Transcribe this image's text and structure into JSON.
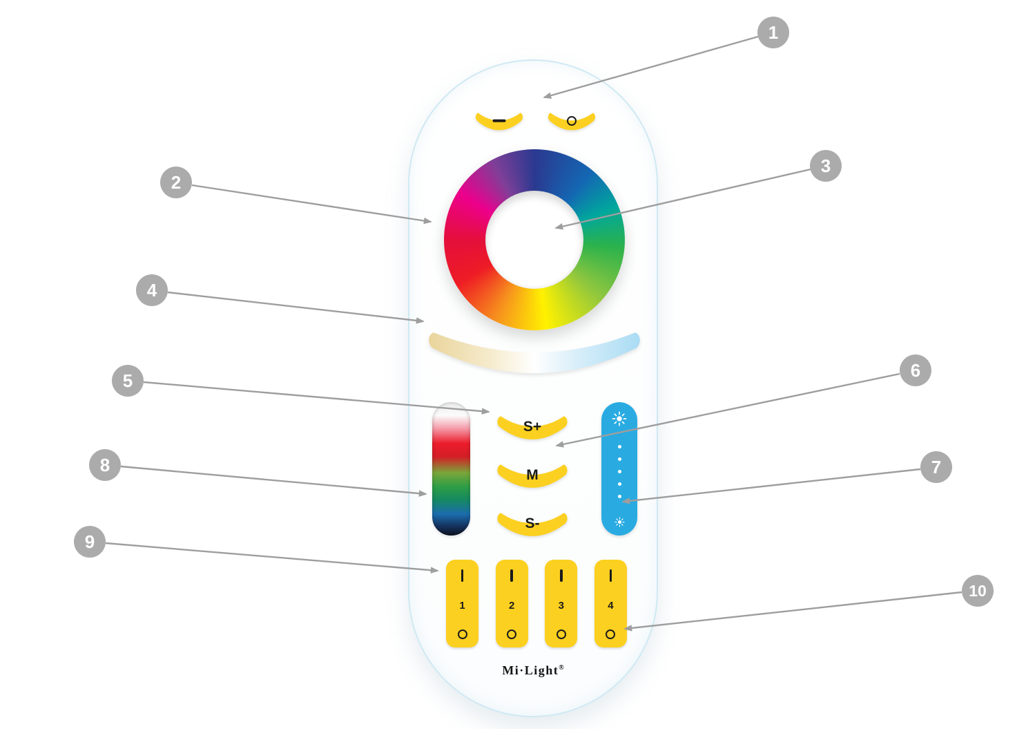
{
  "colors": {
    "background": "#ffffff",
    "button_yellow": "#fcd020",
    "slider_blue": "#29abe2",
    "callout_gray": "#ababab",
    "line_gray": "#9e9e9e",
    "symbol_black": "#1b1b1b",
    "remote_edge": "#cfe9f3"
  },
  "remote": {
    "brand": "Mi·Light",
    "registered_mark": "®",
    "power_buttons": {
      "on_icon": "minus-icon",
      "off_icon": "circle-icon"
    },
    "control_buttons": [
      {
        "label": "S+"
      },
      {
        "label": "M"
      },
      {
        "label": "S-"
      }
    ],
    "group_buttons": [
      {
        "number": "1",
        "on_icon": "bar-icon",
        "off_icon": "ring-icon"
      },
      {
        "number": "2",
        "on_icon": "bar-icon",
        "off_icon": "ring-icon"
      },
      {
        "number": "3",
        "on_icon": "bar-icon",
        "off_icon": "ring-icon"
      },
      {
        "number": "4",
        "on_icon": "bar-icon",
        "off_icon": "ring-icon"
      }
    ],
    "brightness_slider": {
      "top_icon": "sun-large-icon",
      "bottom_icon": "sun-small-icon",
      "dot_count": 5
    }
  },
  "callouts": [
    {
      "number": "1"
    },
    {
      "number": "2"
    },
    {
      "number": "3"
    },
    {
      "number": "4"
    },
    {
      "number": "5"
    },
    {
      "number": "6"
    },
    {
      "number": "7"
    },
    {
      "number": "8"
    },
    {
      "number": "9"
    },
    {
      "number": "10"
    }
  ]
}
